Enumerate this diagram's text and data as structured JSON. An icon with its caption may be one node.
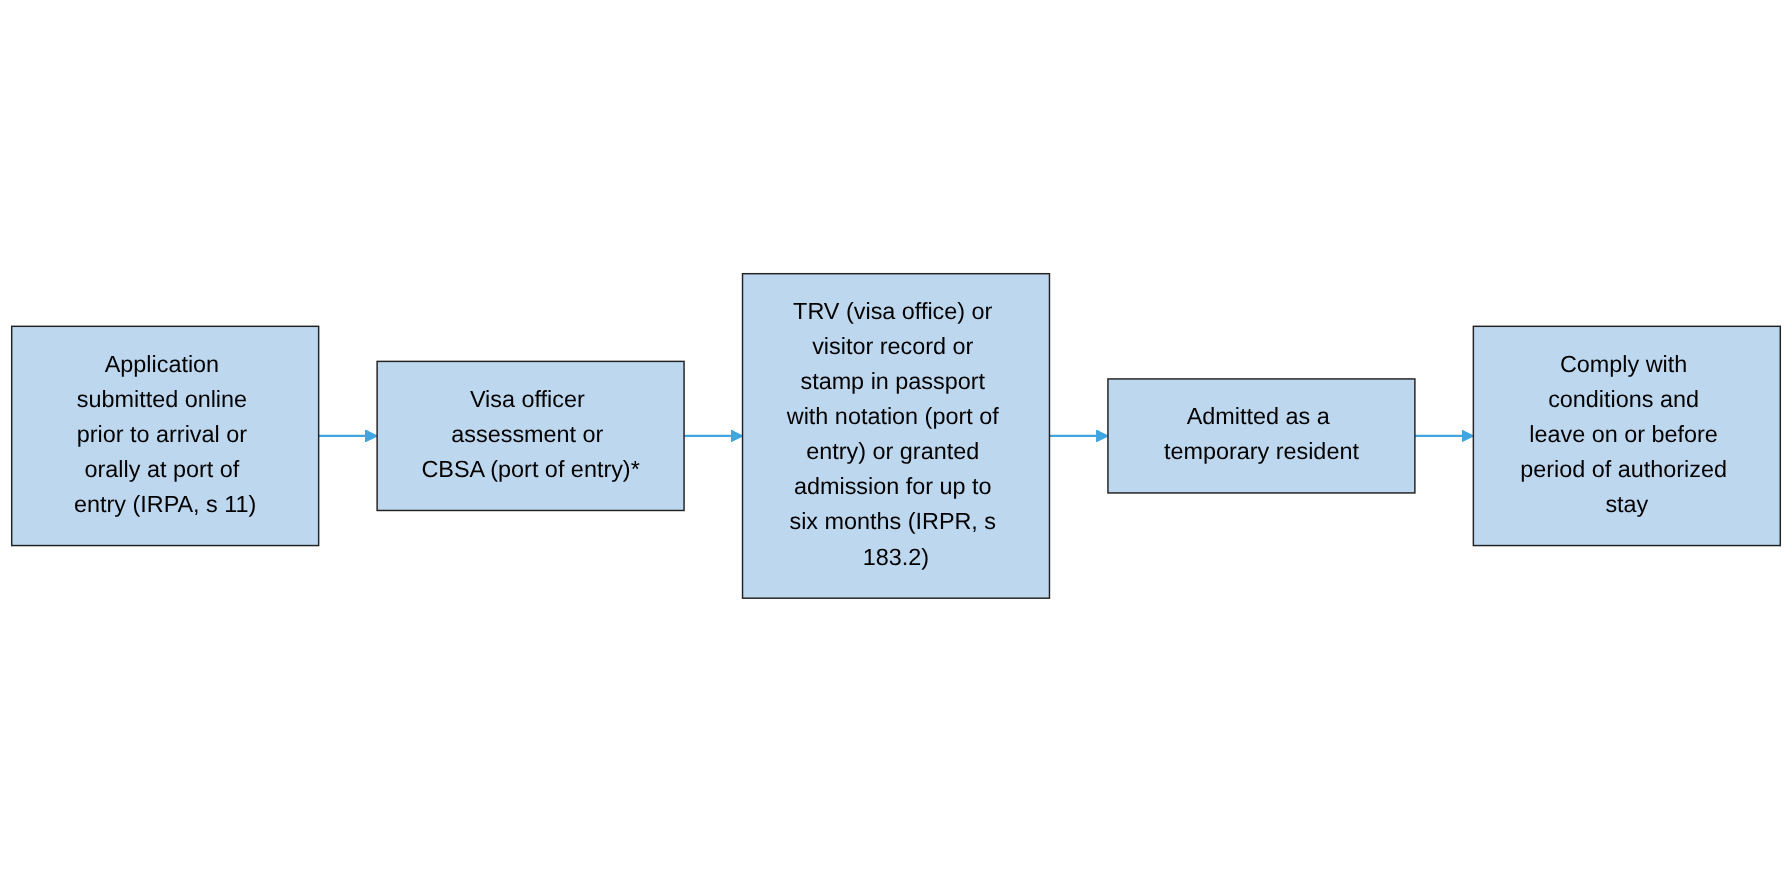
{
  "diagram": {
    "nodes": [
      {
        "text": [
          "Application submitted online prior to arrival or orally at port of entry (IRPA, s 11)"
        ]
      },
      {
        "text": [
          "Visa officer assessment or CBSA (port of entry)*"
        ]
      },
      {
        "text": [
          "TRV (visa office) or visitor record or stamp in passport with notation (port of entry) or granted admission for up to six months (IRPR, s 183.2)"
        ]
      },
      {
        "text": [
          "Admitted as a temporary resident"
        ]
      },
      {
        "text": [
          "Comply with conditions and leave on or before period of authorized stay"
        ]
      }
    ],
    "edges": [
      {
        "from": 0,
        "to": 1,
        "arrow": "to"
      },
      {
        "from": 1,
        "to": 2,
        "arrow": "to"
      },
      {
        "from": 2,
        "to": 3,
        "arrow": "to"
      },
      {
        "from": 3,
        "to": 4,
        "arrow": "to"
      }
    ]
  }
}
